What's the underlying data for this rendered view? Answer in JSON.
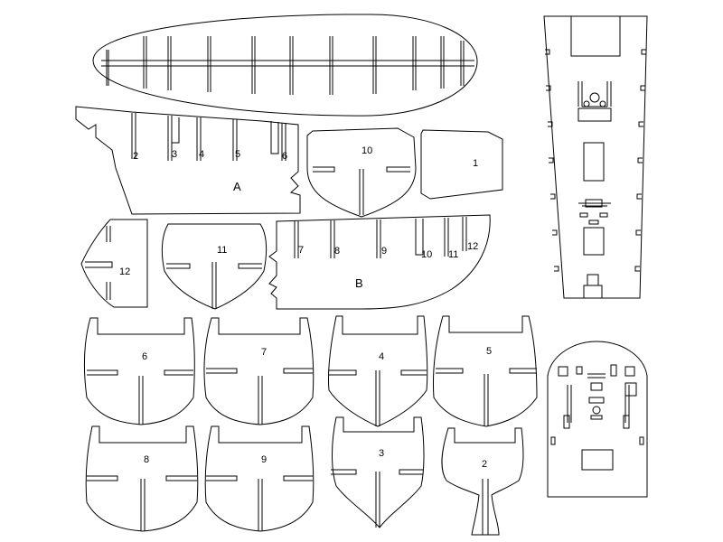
{
  "sheet": {
    "background": "#ffffff",
    "line_color": "#000000",
    "labels": {
      "frame_2": "2",
      "frame_3": "3",
      "frame_4": "4",
      "frame_5": "5",
      "frame_6": "6",
      "keel_a": "A",
      "bulkhead_10": "10",
      "bulkhead_1": "1",
      "bulkhead_12": "12",
      "bulkhead_11": "11",
      "frame_7": "7",
      "frame_8": "8",
      "frame_9": "9",
      "frame_10": "10",
      "frame_11": "11",
      "frame_12": "12",
      "keel_b": "B",
      "section_6": "6",
      "section_7": "7",
      "section_4": "4",
      "section_5": "5",
      "section_8": "8",
      "section_9": "9",
      "section_3": "3",
      "section_2": "2"
    }
  }
}
